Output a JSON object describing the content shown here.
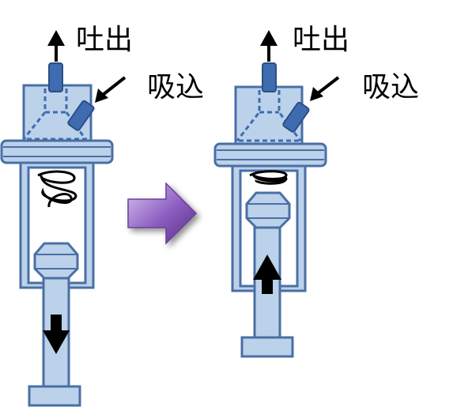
{
  "labels": {
    "discharge": "吐出",
    "suction": "吸込"
  },
  "colors": {
    "body_fill": "#bcd2ea",
    "body_stroke": "#4a6fa5",
    "port_fill": "#3f6cb0",
    "arrow_start": "#cbb4e6",
    "arrow_end": "#6a3f9a",
    "ink": "#000000"
  },
  "states": [
    {
      "name": "left",
      "piston": "down"
    },
    {
      "name": "right",
      "piston": "up"
    }
  ]
}
